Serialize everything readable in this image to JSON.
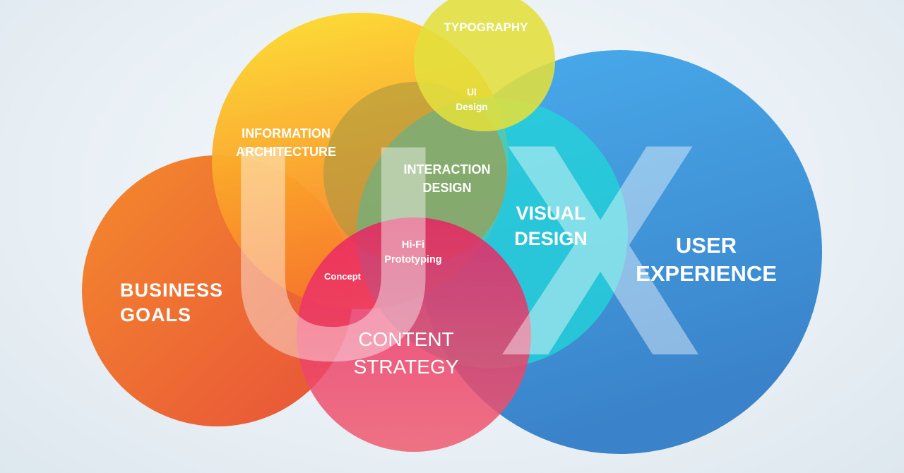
{
  "diagram": {
    "type": "venn",
    "big_letters": {
      "u": "U",
      "x": "X"
    },
    "colors": {
      "business": "#ee6a2f",
      "user_experience": "#3b8ed6",
      "information_architecture": "#fbbd24",
      "typography": "#e6df3e",
      "interaction": "#b3a23c",
      "visual": "#29d1d6",
      "content": "#ea2d67"
    },
    "labels": {
      "business_goals": "BUSINESS\nGOALS",
      "user_experience": "USER\nEXPERIENCE",
      "visual_design": "VISUAL\nDESIGN",
      "information_architecture": "INFORMATION\nARCHITECTURE",
      "interaction_design": "INTERACTION\nDESIGN",
      "typography": "TYPOGRAPHY",
      "ui_design": "UI\nDesign",
      "hifi_prototyping": "Hi-Fi\nPrototyping",
      "concept": "Concept",
      "content_strategy": "CONTENT\nSTRATEGY"
    }
  }
}
